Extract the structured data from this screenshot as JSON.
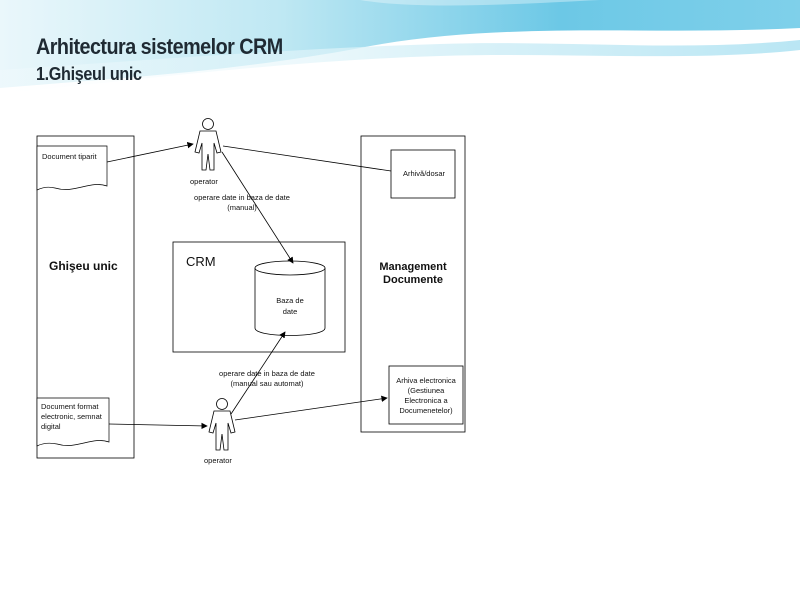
{
  "slide": {
    "title": "Arhitectura sistemelor CRM",
    "subtitle": "1.Ghişeul unic"
  },
  "diagram": {
    "ghiseu_label": "Ghişeu unic",
    "doc_printed": "Document tiparit",
    "doc_digital": [
      "Document format",
      "electronic, semnat",
      "digital"
    ],
    "operator_top": "operator",
    "operator_bottom": "operator",
    "op_manual": [
      "operare date in baza de date",
      "(manual)"
    ],
    "op_auto": [
      "operare date in baza de date",
      "(manual sau automat)"
    ],
    "crm_label": "CRM",
    "db_label": [
      "Baza de",
      "date"
    ],
    "mgmt_label": [
      "Management",
      "Documente"
    ],
    "archive_physical": "Arhivă/dosar",
    "archive_electronic": [
      "Arhiva electronica",
      "(Gestiunea",
      "Electronica a",
      "Documenetelor)"
    ]
  }
}
